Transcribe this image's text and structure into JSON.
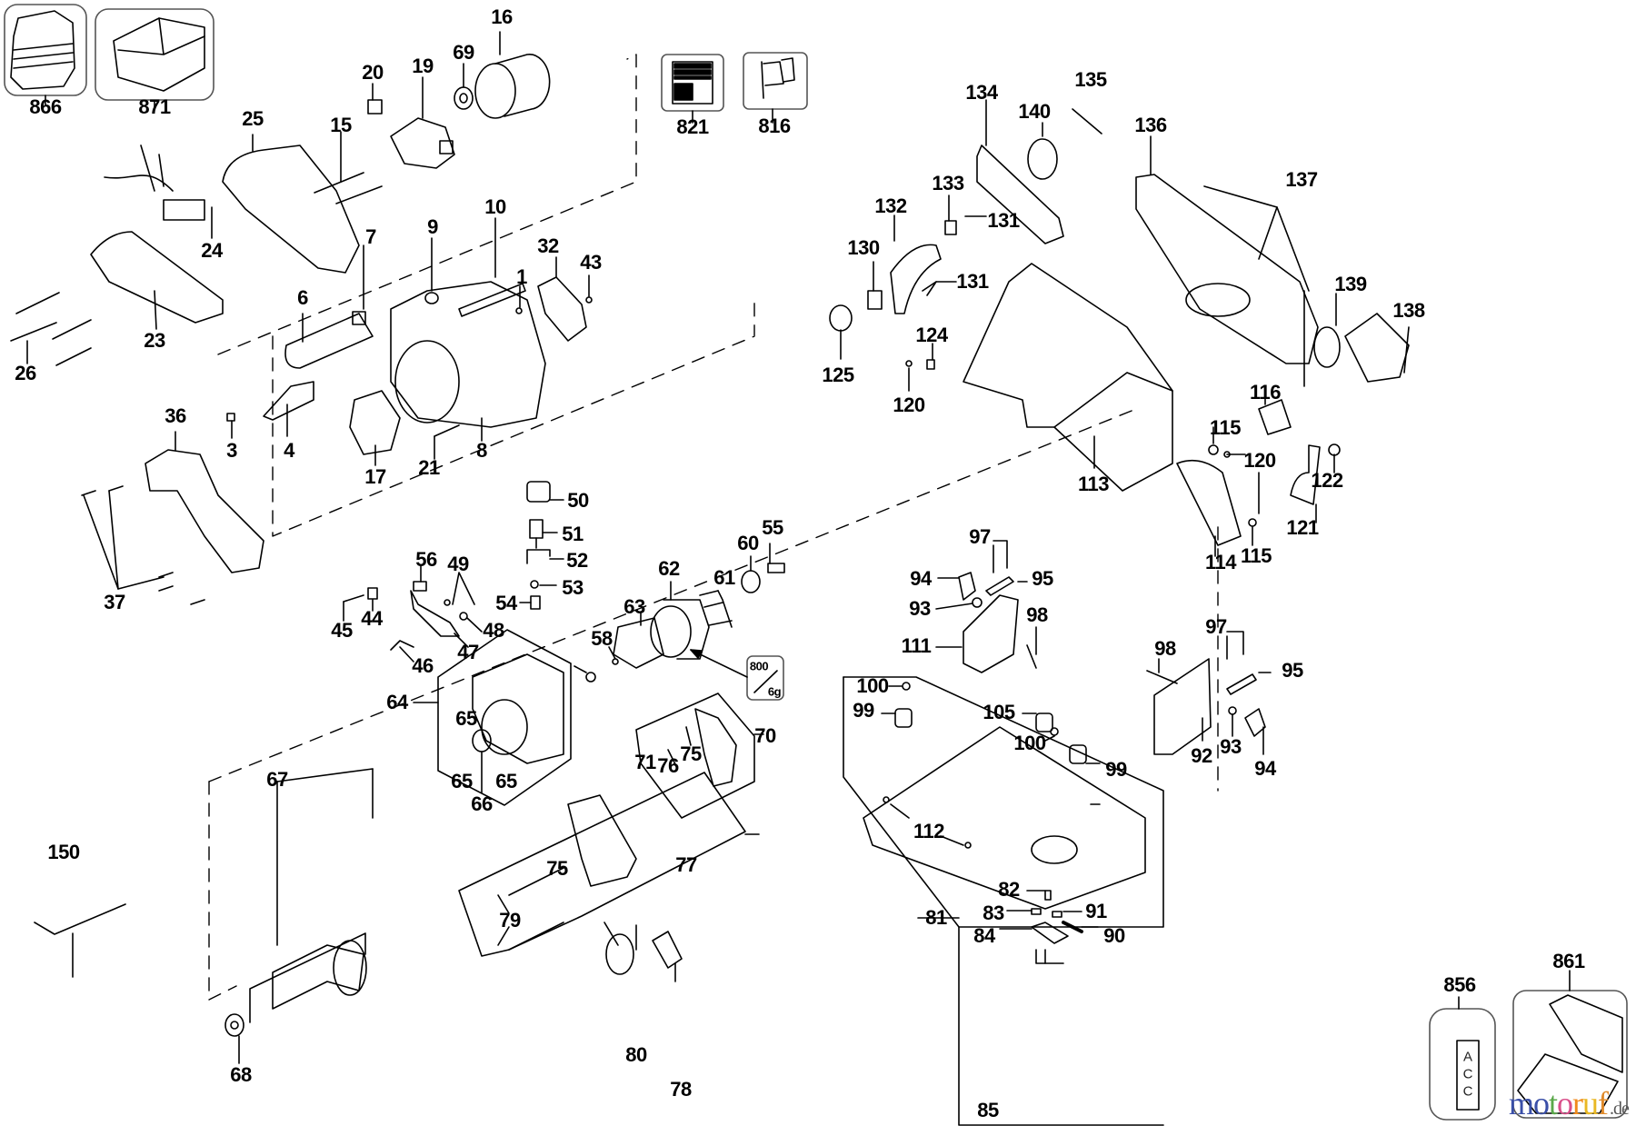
{
  "diagram": {
    "type": "exploded parts diagram",
    "subject": "cordless plunge saw",
    "part_labels": [
      "866",
      "871",
      "16",
      "69",
      "20",
      "19",
      "25",
      "15",
      "24",
      "23",
      "26",
      "10",
      "9",
      "7",
      "32",
      "43",
      "1",
      "6",
      "3",
      "4",
      "36",
      "17",
      "8",
      "21",
      "821",
      "816",
      "134",
      "135",
      "140",
      "136",
      "137",
      "133",
      "131",
      "132",
      "130",
      "131",
      "125",
      "124",
      "120",
      "139",
      "138",
      "113",
      "116",
      "115",
      "120",
      "122",
      "114",
      "115",
      "121",
      "50",
      "51",
      "52",
      "53",
      "54",
      "56",
      "49",
      "44",
      "45",
      "48",
      "47",
      "46",
      "37",
      "55",
      "60",
      "61",
      "62",
      "63",
      "58",
      "71",
      "64",
      "65",
      "65",
      "65",
      "66",
      "70",
      "76",
      "75",
      "77",
      "75",
      "79",
      "80",
      "78",
      "67",
      "68",
      "150",
      "97",
      "95",
      "94",
      "93",
      "98",
      "111",
      "97",
      "98",
      "95",
      "92",
      "93",
      "94",
      "100",
      "99",
      "105",
      "100",
      "99",
      "112",
      "81",
      "82",
      "83",
      "91",
      "90",
      "84",
      "85",
      "856",
      "861"
    ],
    "grease_callout": {
      "code": "800",
      "amount": "6g"
    },
    "acc_label_letters": [
      "A",
      "C",
      "C"
    ]
  },
  "watermark": {
    "letters": [
      {
        "ch": "m",
        "color": "#3a4fa8"
      },
      {
        "ch": "o",
        "color": "#3a4fa8"
      },
      {
        "ch": "t",
        "color": "#5aa84a"
      },
      {
        "ch": "o",
        "color": "#d94f8a"
      },
      {
        "ch": "r",
        "color": "#f08a1c"
      },
      {
        "ch": "u",
        "color": "#e9b824"
      },
      {
        "ch": "f",
        "color": "#e08a2a"
      }
    ],
    "tld": ".de"
  }
}
